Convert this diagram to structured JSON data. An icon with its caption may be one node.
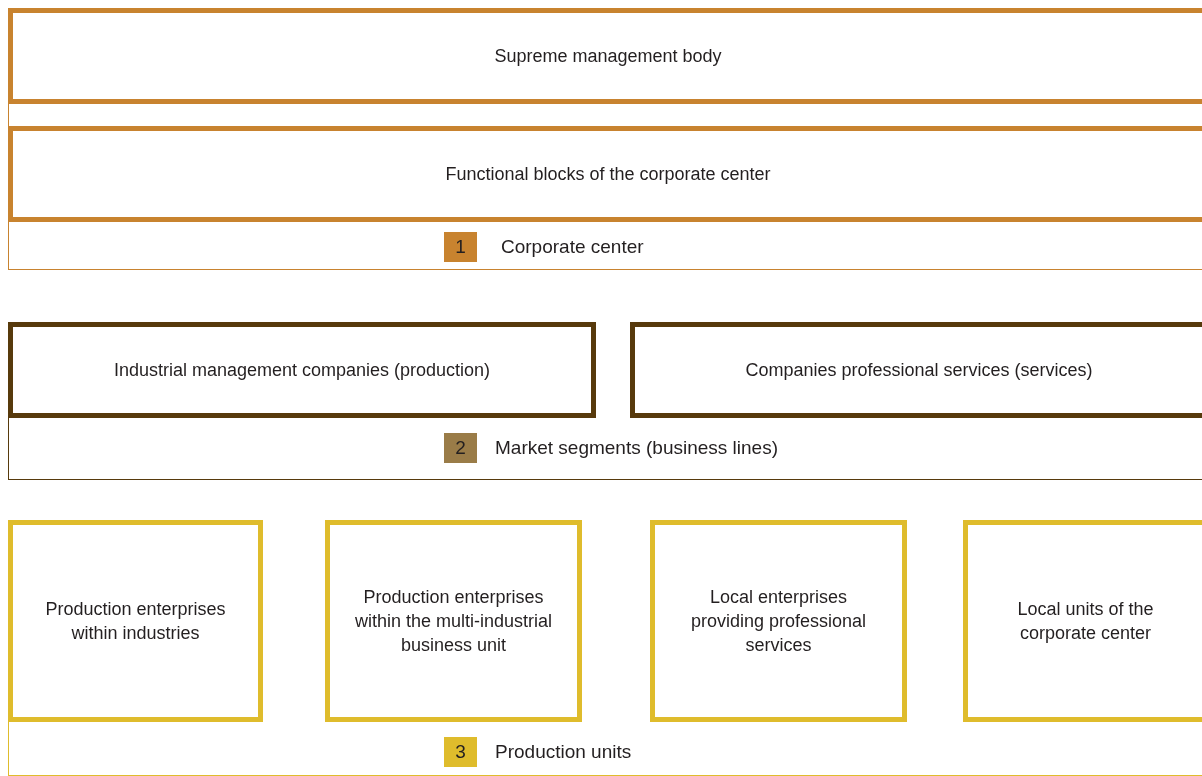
{
  "diagram": {
    "nodes": [
      {
        "text": [
          "1",
          "Corporate center"
        ]
      },
      {
        "text": [
          "Supreme management body"
        ],
        "in": 0
      },
      {
        "text": [
          "Functional blocks of the corporate center"
        ],
        "in": 0
      },
      {
        "text": [
          "2",
          "Market segments (business lines)"
        ]
      },
      {
        "text": [
          "Industrial management companies (production)"
        ],
        "in": 3
      },
      {
        "text": [
          "Companies professional services (services)"
        ],
        "in": 3
      },
      {
        "text": [
          "3",
          "Production units"
        ]
      },
      {
        "text": [
          "Production enterprises within industries"
        ],
        "in": 6
      },
      {
        "text": [
          "Production enterprises within the multi-industrial business unit"
        ],
        "in": 6
      },
      {
        "text": [
          "Local enterprises providing professional services"
        ],
        "in": 6
      },
      {
        "text": [
          "Local units of the corporate center"
        ],
        "in": 6
      }
    ]
  }
}
